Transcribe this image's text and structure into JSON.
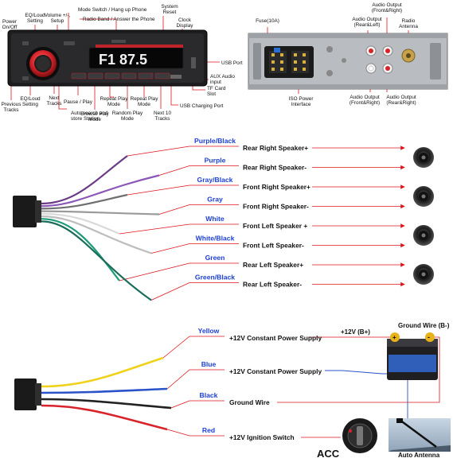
{
  "radio_front": {
    "display_text": "F1 87.5",
    "callouts_top": [
      {
        "id": "power",
        "text": "Power On/Off"
      },
      {
        "id": "eq_top",
        "text": "EQ/Loud Setting"
      },
      {
        "id": "volume",
        "text": "Volume +/-, Setup"
      },
      {
        "id": "mode",
        "text": "Mode Switch / Hang up Phone"
      },
      {
        "id": "band",
        "text": "Radio Band / Answer the Phone"
      },
      {
        "id": "reset",
        "text": "System Reset"
      },
      {
        "id": "clock",
        "text": "Clock Display"
      }
    ],
    "callouts_right": [
      {
        "id": "usb",
        "text": "USB Port"
      },
      {
        "id": "aux",
        "text": "AUX Audio input"
      },
      {
        "id": "tf",
        "text": "TF Card Slot"
      },
      {
        "id": "usbchg",
        "text": "USB Charging Port"
      }
    ],
    "callouts_bottom": [
      {
        "id": "prev",
        "text": "Previous Tracks"
      },
      {
        "id": "eq_bot",
        "text": "EQ/Loud Setting"
      },
      {
        "id": "next",
        "text": "Next Tracks"
      },
      {
        "id": "autosearch",
        "text": "Auto search and store Station"
      },
      {
        "id": "pause",
        "text": "Pause / Play"
      },
      {
        "id": "browse",
        "text": "Browse Play Mode"
      },
      {
        "id": "repeat1",
        "text": "Repeat Play Mode"
      },
      {
        "id": "random",
        "text": "Random Play Mode"
      },
      {
        "id": "repeat2",
        "text": "Repeat Play Mode"
      },
      {
        "id": "next10",
        "text": "Next 10 Tracks"
      }
    ]
  },
  "radio_back": {
    "labels": [
      {
        "id": "fuse",
        "text": "Fuse(10A)"
      },
      {
        "id": "ao_rl",
        "text": "Audio Output (Rear&Left)"
      },
      {
        "id": "ao_fr_top",
        "text": "Audio Output (Front&Right)"
      },
      {
        "id": "antenna",
        "text": "Radio Antenna"
      },
      {
        "id": "iso",
        "text": "ISO Power Interface"
      },
      {
        "id": "ao_fr_bot",
        "text": "Audio Output (Front&Right)"
      },
      {
        "id": "ao_rr",
        "text": "Audio Output (Rear&Right)"
      }
    ]
  },
  "speaker_wires": [
    {
      "color": "Purple/Black",
      "desc": "Rear Right Speaker+",
      "stroke": "#6b3a86"
    },
    {
      "color": "Purple",
      "desc": "Rear Right Speaker-",
      "stroke": "#8a57b8"
    },
    {
      "color": "Gray/Black",
      "desc": "Front Right Speaker+",
      "stroke": "#6f6f6f"
    },
    {
      "color": "Gray",
      "desc": "Front Right Speaker-",
      "stroke": "#9a9a9a"
    },
    {
      "color": "White",
      "desc": "Front Left Speaker +",
      "stroke": "#d9d9d9"
    },
    {
      "color": "White/Black",
      "desc": "Front Left Speaker-",
      "stroke": "#bdbdbd"
    },
    {
      "color": "Green",
      "desc": "Rear Left Speaker+",
      "stroke": "#1f9a7a"
    },
    {
      "color": "Green/Black",
      "desc": "Rear Left Speaker-",
      "stroke": "#1a6d5a"
    }
  ],
  "power_wires": [
    {
      "color": "Yellow",
      "desc": "+12V Constant Power Supply",
      "stroke": "#f0d21c"
    },
    {
      "color": "Blue",
      "desc": "+12V Constant Power Supply",
      "stroke": "#2a52c9"
    },
    {
      "color": "Black",
      "desc": "Ground Wire",
      "stroke": "#222222"
    },
    {
      "color": "Red",
      "desc": "+12V Ignition Switch",
      "stroke": "#d8232a"
    }
  ],
  "power_labels": {
    "battery_plus": "+12V (B+)",
    "ground": "Ground Wire (B-)",
    "acc": "ACC",
    "antenna": "Auto Antenna"
  },
  "colors": {
    "callout_line": "#e0141b",
    "wire_label": "#1c3fd6",
    "arrow": "#e0141b"
  }
}
